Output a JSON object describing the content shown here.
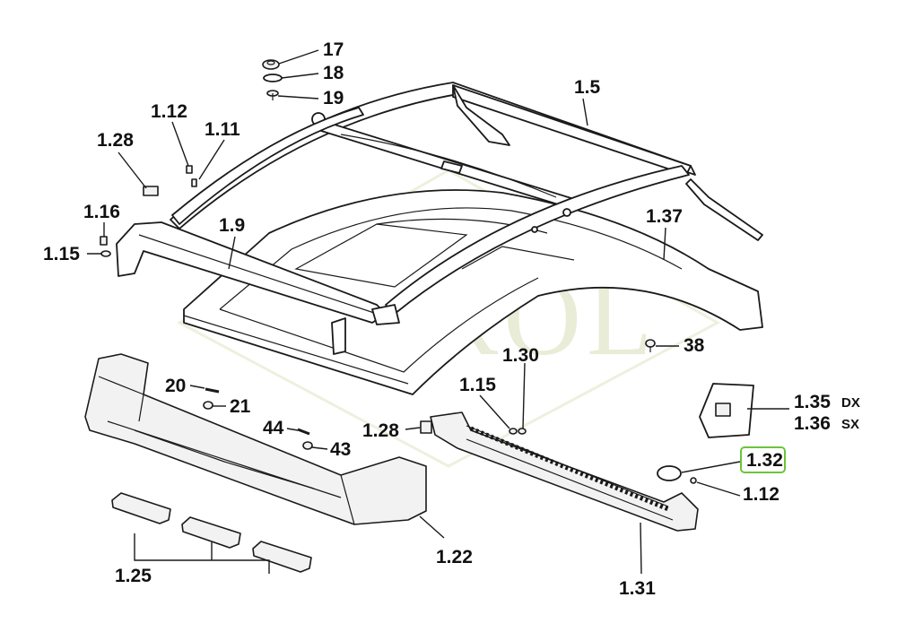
{
  "watermark": "JAROL",
  "labels": {
    "l17": "17",
    "l18": "18",
    "l19": "19",
    "l1_5": "1.5",
    "l1_12a": "1.12",
    "l1_11": "1.11",
    "l1_28a": "1.28",
    "l1_16": "1.16",
    "l1_15a": "1.15",
    "l1_9": "1.9",
    "l1_37": "1.37",
    "l38": "38",
    "l1_30": "1.30",
    "l1_15b": "1.15",
    "l20": "20",
    "l21": "21",
    "l44": "44",
    "l43": "43",
    "l1_28b": "1.28",
    "l1_35": "1.35",
    "l1_35_side": "DX",
    "l1_36": "1.36",
    "l1_36_side": "SX",
    "l1_32": "1.32",
    "l1_12b": "1.12",
    "l1_22": "1.22",
    "l1_25": "1.25",
    "l1_31": "1.31"
  },
  "colors": {
    "line": "#1a1a1a",
    "highlight": "#6cc43a",
    "watermark": "#e9ecd6"
  }
}
